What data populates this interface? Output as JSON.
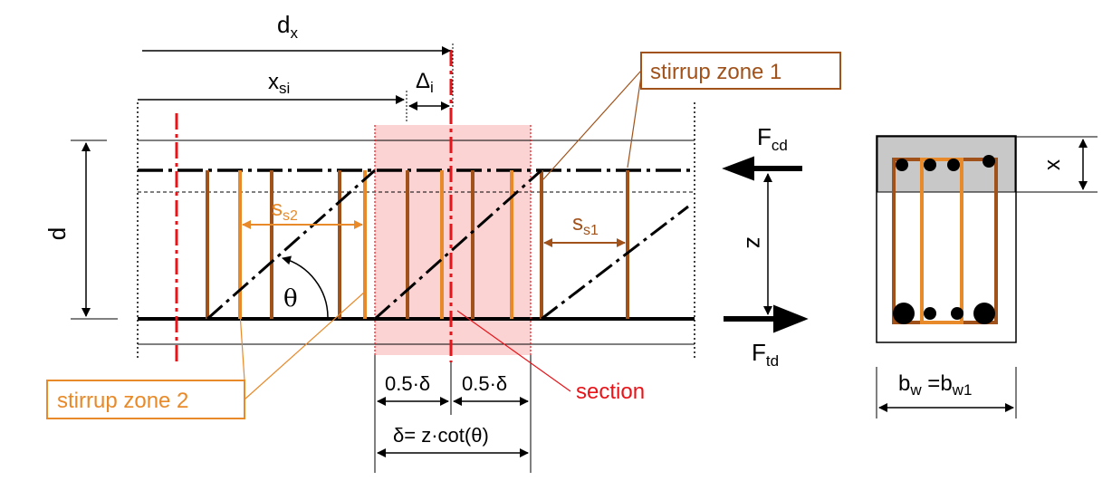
{
  "labels": {
    "dx_main": "d",
    "dx_sub": "x",
    "xsi_main": "x",
    "xsi_sub": "si",
    "delta_i_main": "Δ",
    "delta_i_sub": "i",
    "d": "d",
    "z": "z",
    "theta": "θ",
    "ss2_main": "s",
    "ss2_sub": "s2",
    "ss1_main": "s",
    "ss1_sub": "s1",
    "fcd_main": "F",
    "fcd_sub": "cd",
    "ftd_main": "F",
    "ftd_sub": "td",
    "half_delta_left": "0.5·δ",
    "half_delta_right": "0.5·δ",
    "delta_formula": "δ= z·cot(θ)",
    "section": "section",
    "stirrup_zone_1": "stirrup zone 1",
    "stirrup_zone_2": "stirrup zone 2",
    "x": "x",
    "bw_main": "b",
    "bw_sub": "w",
    "bw_eq": " =b",
    "bw1_sub": "w1"
  },
  "colors": {
    "stirrup_zone_1": "#a0521a",
    "stirrup_zone_2": "#e88a2a",
    "section": "#e8141a",
    "section_band": "#fbd3d3",
    "compression_zone": "#c8c8c8",
    "line": "#000000"
  }
}
